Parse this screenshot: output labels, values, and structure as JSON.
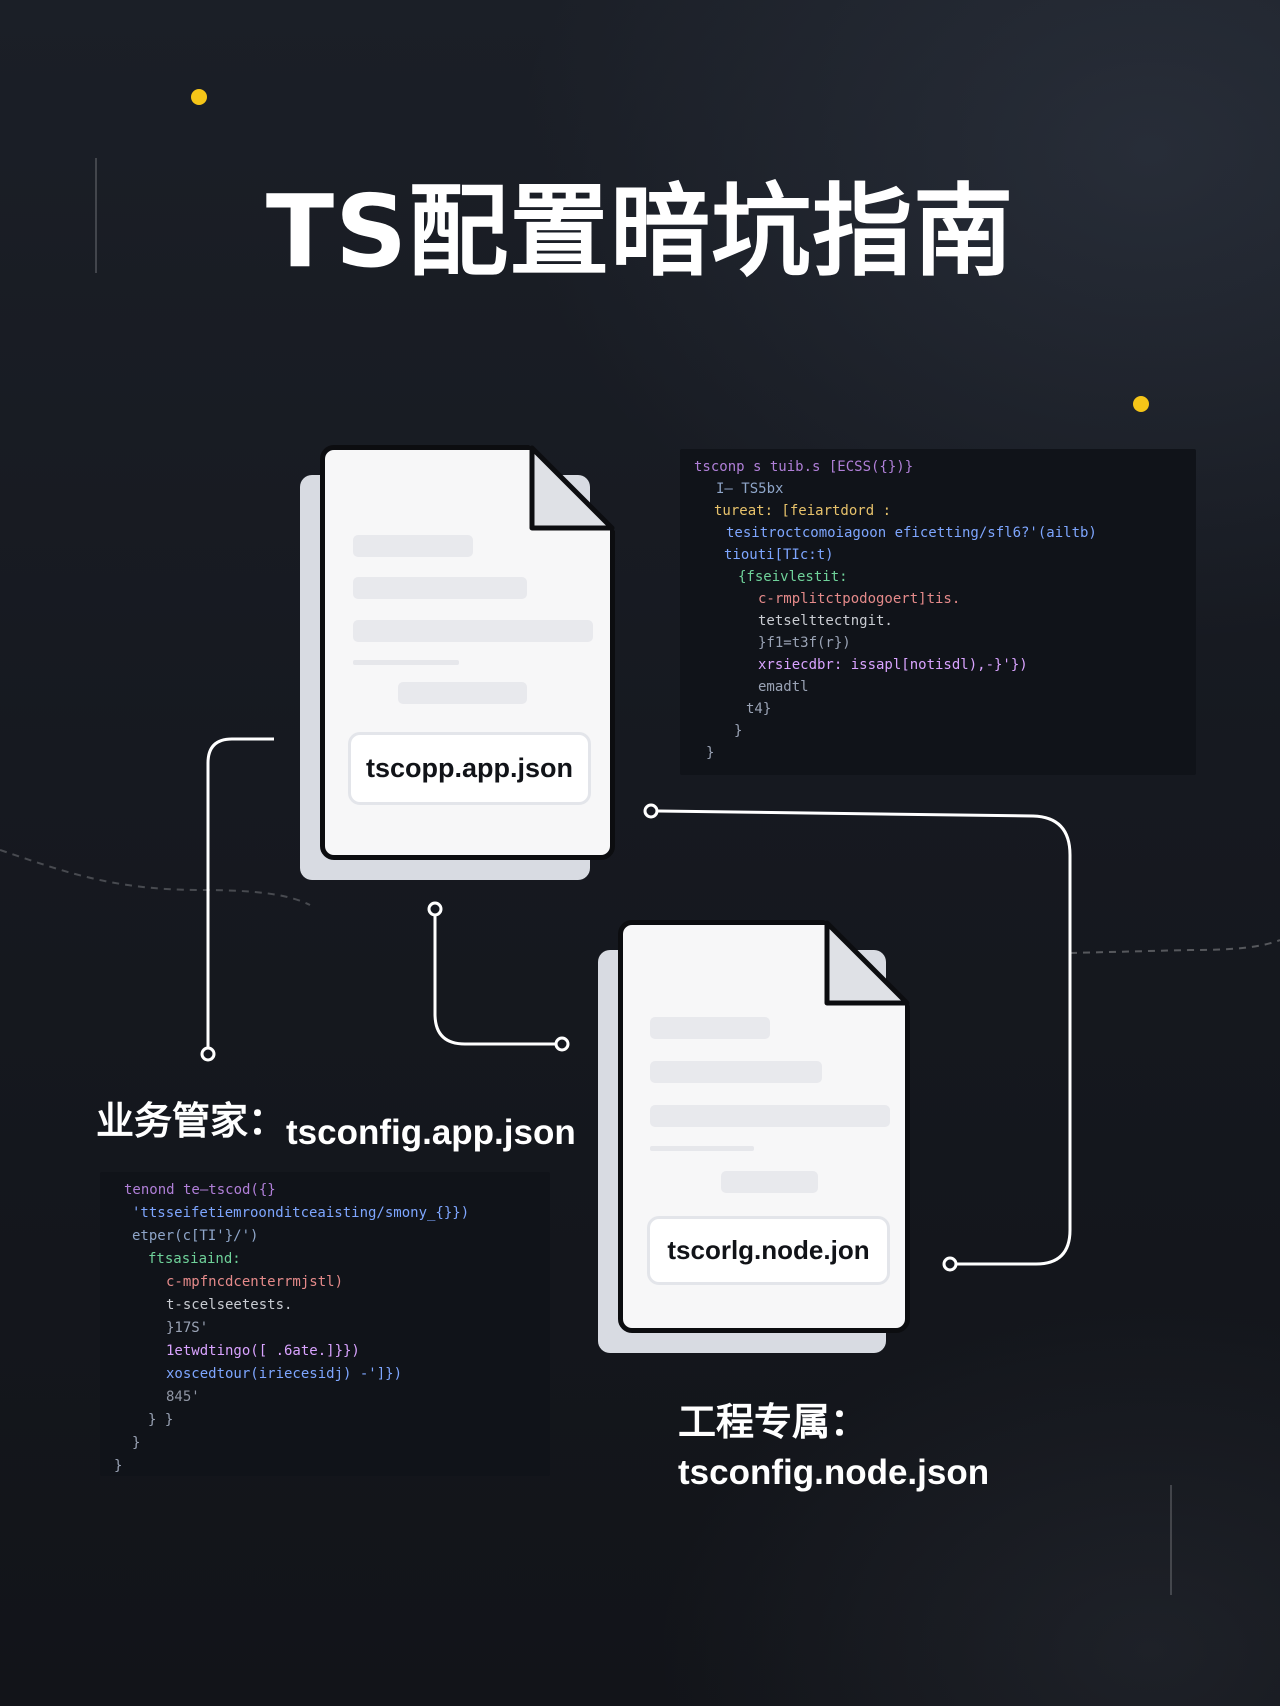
{
  "title": "TS配置暗坑指南",
  "accent_color": "#f5c518",
  "documents": {
    "app": {
      "label": "tscopp.app.json",
      "icon": "document-icon"
    },
    "node": {
      "label": "tscorlg.node.jon",
      "icon": "document-icon"
    }
  },
  "captions": {
    "app": {
      "heading": "业务管家：",
      "file": "tsconfig.app.json"
    },
    "node": {
      "heading": "工程专属：",
      "file": "tsconfig.node.json"
    }
  },
  "code_top": {
    "lines": [
      "tsconp s tuib.s [ECSS({})}",
      "I— TS5bx",
      "tureat: [feiartdord :",
      "tesitroctcomoiagoon eficetting/sfl6?'(ailtb)",
      "tiouti[TIc:t)",
      "{fseivlestit:",
      "c-rmplitctpodogoert]tis.",
      "tetselttectngit.",
      "}f1=t3f(r})",
      "xrsiecdbr: issapl[notisdl),-}'})",
      "emadtl",
      "t4}",
      "}",
      "}"
    ]
  },
  "code_bottom": {
    "lines": [
      "tenond te—tscod({}",
      "'ttsseifetiemroonditceaisting/smony_{}})",
      "etper(c[TI'}/')",
      "ftsasiaind:",
      "c-mpfncdcenterrmjstl)",
      "t-scelseetests.",
      "}17S'",
      "1etwdtingo([ .6ate.]}})",
      "xoscedtour(iriecesidj) -']})",
      "845'",
      "} }",
      "}",
      "}"
    ]
  }
}
